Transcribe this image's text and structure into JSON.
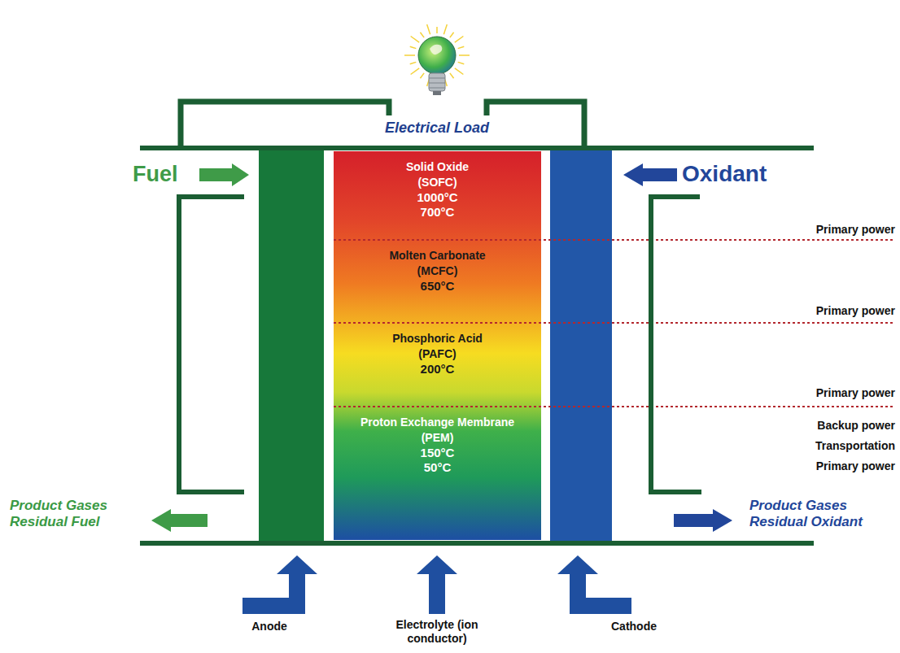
{
  "diagram": {
    "nodes": [
      {
        "text": [
          "Solid Oxide",
          "(SOFC)",
          "1000°C",
          "700°C"
        ]
      },
      {
        "text": [
          "Molten Carbonate",
          "(MCFC)",
          "650°C"
        ]
      },
      {
        "text": [
          "Phosphoric Acid",
          "(PAFC)",
          "200°C"
        ]
      },
      {
        "text": [
          "Proton Exchange Membrane",
          "(PEM)",
          "150°C",
          "50°C"
        ]
      }
    ],
    "labels": [
      "Electrical Load",
      "Fuel",
      "Oxidant",
      "Primary power",
      "Primary power",
      "Primary power",
      "Backup power",
      "Transportation",
      "Primary power",
      "Product Gases Residual Fuel",
      "Product Gases Residual Oxidant",
      "Anode",
      "Electrolyte (ion conductor)",
      "Cathode"
    ]
  }
}
